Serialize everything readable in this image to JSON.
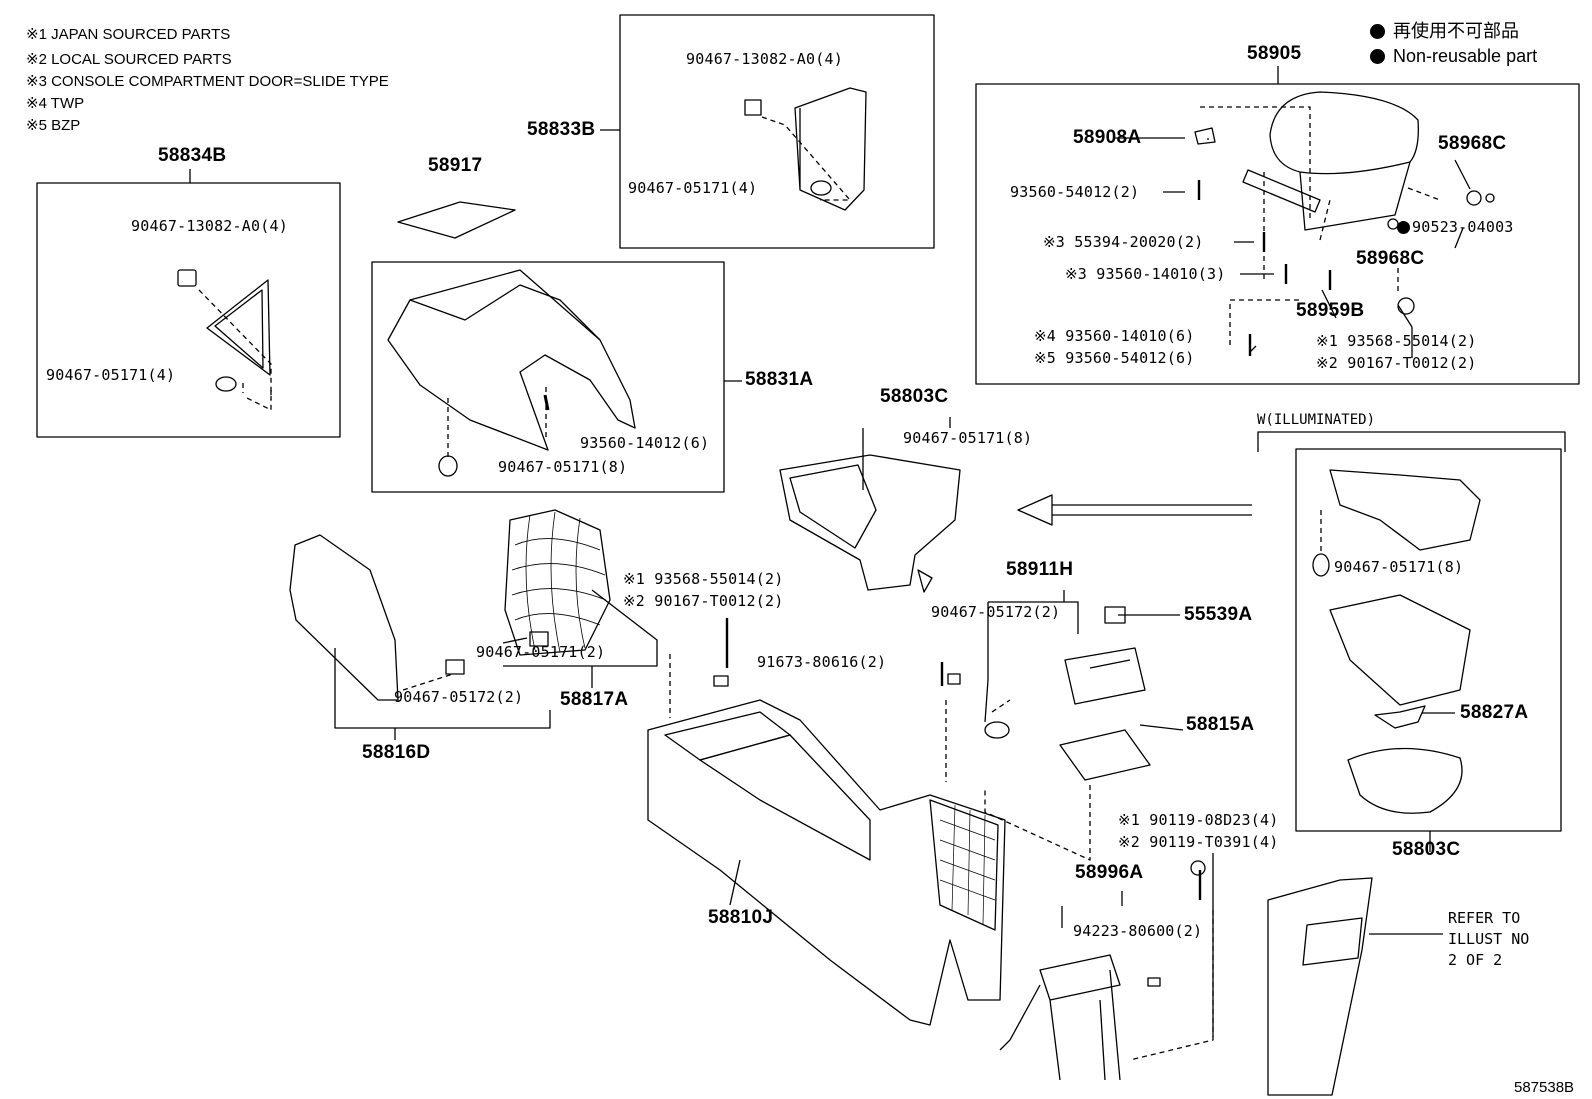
{
  "notes": [
    "※1 JAPAN SOURCED PARTS",
    "※2 LOCAL SOURCED PARTS",
    "※3 CONSOLE COMPARTMENT DOOR=SLIDE TYPE",
    "※4 TWP",
    "※5 BZP"
  ],
  "legend": {
    "jp": "再使用不可部品",
    "en": "Non-reusable part"
  },
  "groups": {
    "g58834B": "58834B",
    "g58917": "58917",
    "g58833B": "58833B",
    "g58831A": "58831A",
    "g58905": "58905",
    "g58908A": "58908A",
    "g58968C_top": "58968C",
    "g58968C_bot": "58968C",
    "g58959B": "58959B",
    "g58803C_mid": "58803C",
    "g58803C_right": "58803C",
    "g58911H": "58911H",
    "g55539A": "55539A",
    "g58815A": "58815A",
    "g58816D": "58816D",
    "g58817A": "58817A",
    "g58810J": "58810J",
    "g58996A": "58996A",
    "g58827A": "58827A"
  },
  "parts": {
    "p_58834B_clip": "90467-13082-A0(4)",
    "p_58834B_fast": "90467-05171(4)",
    "p_58833B_clip": "90467-13082-A0(4)",
    "p_58833B_fast": "90467-05171(4)",
    "p_58831A_screw": "93560-14012(6)",
    "p_58831A_fast": "90467-05171(8)",
    "p_58905_screw": "93560-54012(2)",
    "p_58905_s3a": "※3 55394-20020(2)",
    "p_58905_s3b": "※3 93560-14010(3)",
    "p_58905_s4": "※4 93560-14010(6)",
    "p_58905_s5": "※5 93560-54012(6)",
    "p_58905_n1": "※1 93568-55014(2)",
    "p_58905_n2": "※2 90167-T0012(2)",
    "p_58905_nut": "90523-04003",
    "p_58803C_fast": "90467-05171(8)",
    "p_58911H_fast": "90467-05172(2)",
    "p_mid_n1": "※1 93568-55014(2)",
    "p_mid_n2": "※2 90167-T0012(2)",
    "p_58817A_fast": "90467-05171(2)",
    "p_58816D_fast": "90467-05172(2)",
    "p_clip_916": "91673-80616(2)",
    "p_bolt_1": "※1 90119-08D23(4)",
    "p_bolt_2": "※2 90119-T0391(4)",
    "p_58996A_nut": "94223-80600(2)",
    "p_right_fast": "90467-05171(8)"
  },
  "illuminated_label": "W(ILLUMINATED)",
  "refer": {
    "line1": "REFER TO",
    "line2": "ILLUST NO",
    "line3": "2 OF 2"
  },
  "figure_id": "587538B"
}
